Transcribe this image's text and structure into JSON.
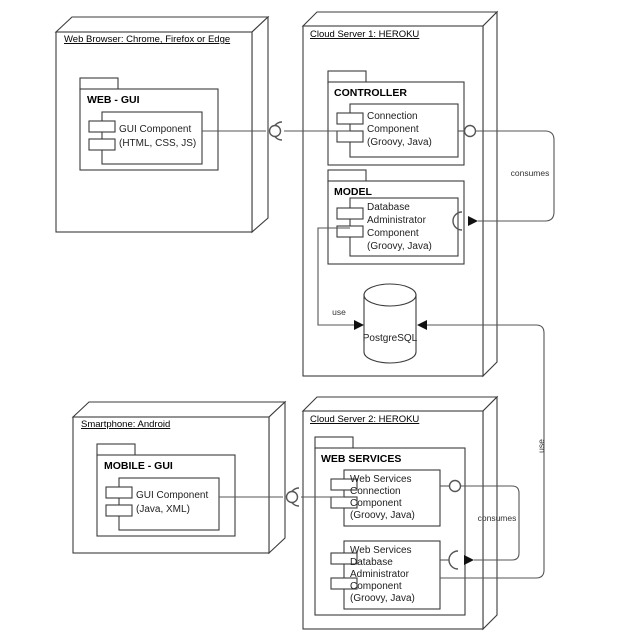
{
  "diagram": {
    "title": "UML Deployment Diagram",
    "background": "#ffffff",
    "stroke_color": "#3b3b3b",
    "connector_color": "#555555"
  },
  "nodes": {
    "browser": {
      "label": "Web Browser: Chrome, Firefox or Edge",
      "package": "WEB - GUI",
      "component": {
        "line1": "GUI Component",
        "line2": "(HTML, CSS, JS)"
      }
    },
    "smartphone": {
      "label": "Smartphone: Android",
      "package": "MOBILE - GUI",
      "component": {
        "line1": "GUI Component",
        "line2": "(Java, XML)"
      }
    },
    "server1": {
      "label": "Cloud Server 1: HEROKU",
      "packages": [
        {
          "name": "CONTROLLER",
          "component": {
            "line1": "Connection",
            "line2": "Component",
            "line3": "(Groovy, Java)"
          }
        },
        {
          "name": "MODEL",
          "component": {
            "line1": "Database",
            "line2": "Administrator",
            "line3": "Component",
            "line4": "(Groovy, Java)"
          }
        }
      ],
      "database": {
        "name": "PostgreSQL"
      }
    },
    "server2": {
      "label": "Cloud Server 2: HEROKU",
      "package": "WEB SERVICES",
      "components": [
        {
          "line1": "Web Services",
          "line2": "Connection",
          "line3": "Component",
          "line4": "(Groovy, Java)"
        },
        {
          "line1": "Web Services",
          "line2": "Database",
          "line3": "Administrator",
          "line4": "Component",
          "line5": "(Groovy, Java)"
        }
      ]
    }
  },
  "edge_labels": {
    "consumes_top": "consumes",
    "consumes_bottom": "consumes",
    "use_db_left": "use",
    "use_server2": "use"
  }
}
